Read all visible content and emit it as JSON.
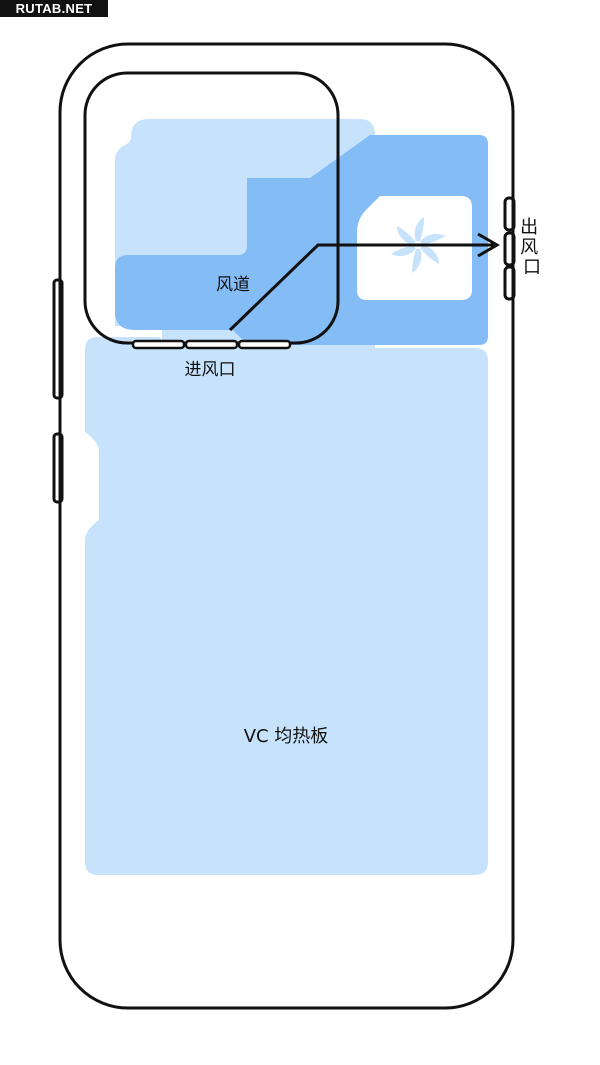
{
  "watermark": "RUTAB.NET",
  "labels": {
    "air_duct": "风道",
    "air_inlet": "进风口",
    "air_outlet": "出风口",
    "vapor_chamber": "VC 均热板"
  },
  "icons": {
    "fan": "fan-icon"
  },
  "colors": {
    "outline": "#111111",
    "vc_light": "#c6e3fb",
    "duct_blue": "#84bcf6",
    "fan_blade": "#c6e3fb",
    "background": "#ffffff"
  }
}
